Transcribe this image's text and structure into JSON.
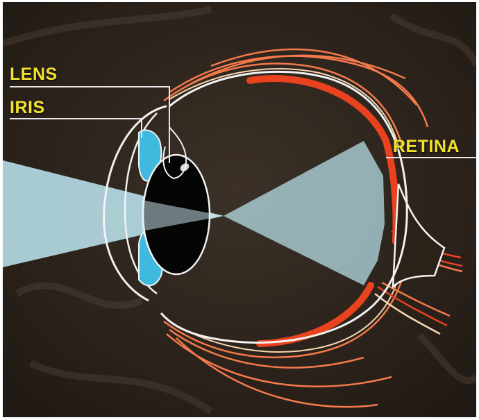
{
  "diagram": {
    "labels": {
      "lens": "LENS",
      "iris": "IRIS",
      "retina": "RETINA"
    },
    "colors": {
      "background": "#2a2119",
      "label_text": "#f2e22c",
      "leader_line": "#e8e8e8",
      "outline": "#f2f2f2",
      "iris": "#3fb9de",
      "lens": "#050505",
      "light_beam": "#bfe9f3",
      "retina": "#e8421f",
      "outer_layers": "#f47a4c",
      "nerve_fibers": "#e8421f"
    }
  }
}
